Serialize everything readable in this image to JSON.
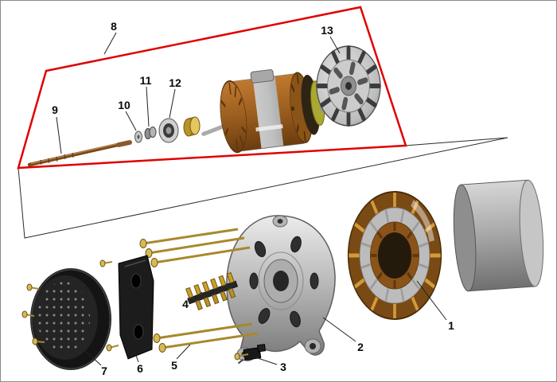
{
  "diagram": {
    "kind": "exploded-parts-diagram",
    "labels": [
      {
        "num": "1"
      },
      {
        "num": "2"
      },
      {
        "num": "3"
      },
      {
        "num": "4"
      },
      {
        "num": "5"
      },
      {
        "num": "6"
      },
      {
        "num": "7"
      },
      {
        "num": "8"
      },
      {
        "num": "9"
      },
      {
        "num": "10"
      },
      {
        "num": "11"
      },
      {
        "num": "12"
      },
      {
        "num": "13"
      }
    ],
    "colors": {
      "highlight_outline": "#e00000",
      "plane_outline": "#2a2a2a",
      "copper": "#8a5418",
      "brass": "#caa22a",
      "steel": "#c0c0c0",
      "dark_plastic": "#1a1a1a"
    }
  }
}
